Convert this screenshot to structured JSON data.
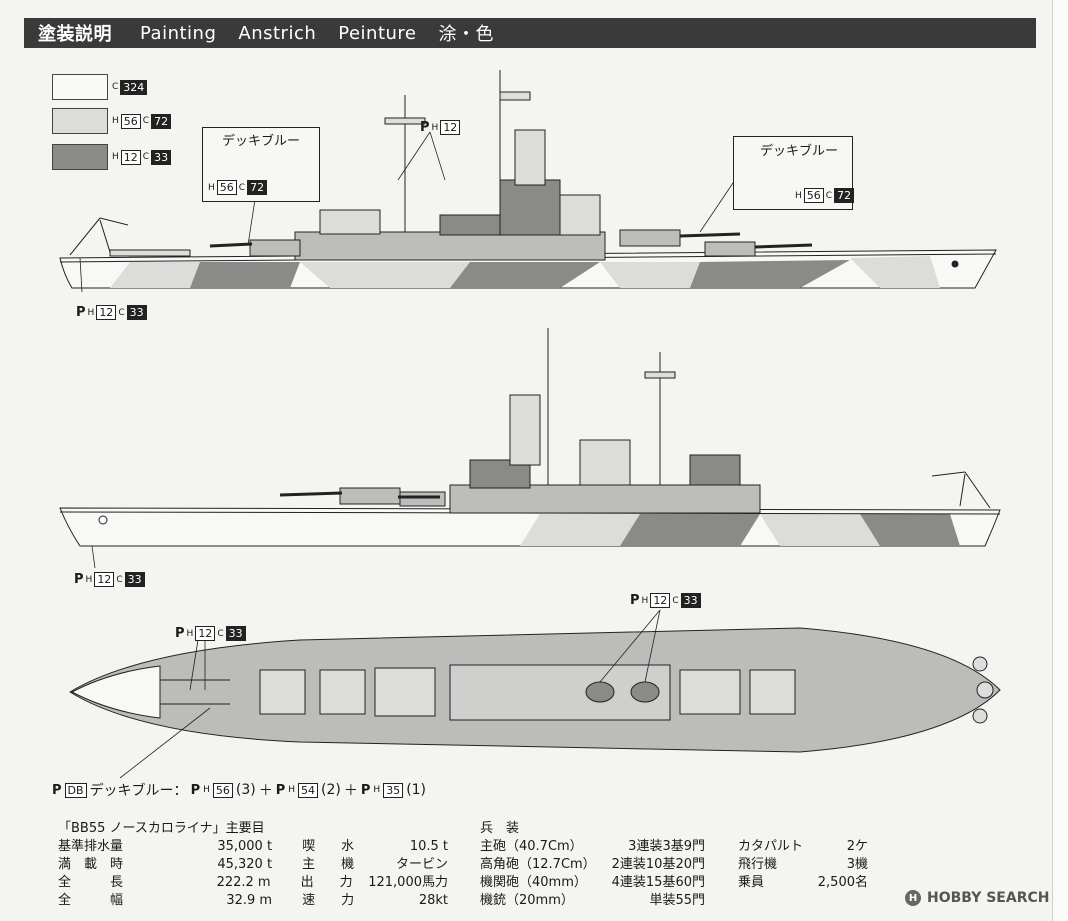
{
  "header": {
    "title_jp": "塗装説明",
    "title_en": "Painting",
    "title_de": "Anstrich",
    "title_fr": "Peinture",
    "title_cn": "涂・色"
  },
  "legend": [
    {
      "color": "#f9f9f7",
      "codes": [
        {
          "prefix": "C",
          "num": "324",
          "dark": true
        }
      ]
    },
    {
      "color": "#dcdcda",
      "codes": [
        {
          "prefix": "H",
          "num": "56",
          "dark": false
        },
        {
          "prefix": "C",
          "num": "72",
          "dark": true
        }
      ]
    },
    {
      "color": "#8a8a88",
      "codes": [
        {
          "prefix": "H",
          "num": "12",
          "dark": false
        },
        {
          "prefix": "C",
          "num": "33",
          "dark": true
        }
      ]
    }
  ],
  "callouts": {
    "deck_blue_left": {
      "label": "デッキブルー",
      "h": "56",
      "c": "72"
    },
    "deck_blue_right": {
      "label": "デッキブルー",
      "h": "56",
      "c": "72"
    },
    "mast_ph": {
      "p": "P",
      "h": "12"
    },
    "hull1": {
      "p": "P",
      "h": "12",
      "c": "33"
    },
    "hull2": {
      "p": "P",
      "h": "12",
      "c": "33"
    },
    "deck_top": {
      "p": "P",
      "h": "12",
      "c": "33"
    },
    "deck_catapult": {
      "p": "P",
      "h": "12",
      "c": "33"
    }
  },
  "db_line": {
    "p": "P",
    "db": "DB",
    "label": "デッキブルー：",
    "mix": [
      {
        "h": "56",
        "parts": "(3)"
      },
      {
        "h": "54",
        "parts": "(2)"
      },
      {
        "h": "35",
        "parts": "(1)"
      }
    ],
    "plus": "＋"
  },
  "specs": {
    "title": "「BB55 ノースカロライナ」主要目",
    "rows": [
      {
        "label": "基準排水量",
        "value": "35,000 t",
        "label2": "喫　　水",
        "value2": "10.5 t"
      },
      {
        "label": "満　載　時",
        "value": "45,320 t",
        "label2": "主　　機",
        "value2": "タービン"
      },
      {
        "label": "全　　　長",
        "value": "222.2 m",
        "label2": "出　　力",
        "value2": "121,000馬力"
      },
      {
        "label": "全　　　幅",
        "value": "32.9 m",
        "label2": "速　　力",
        "value2": "28kt"
      }
    ]
  },
  "armament": {
    "title": "兵　装",
    "rows": [
      {
        "name": "主砲（40.7Cm）",
        "value": "3連装3基9門"
      },
      {
        "name": "高角砲（12.7Cm）",
        "value": "2連装10基20門"
      },
      {
        "name": "機関砲（40mm）",
        "value": "4連装15基60門"
      },
      {
        "name": "機銃（20mm）",
        "value": "単装55門"
      }
    ]
  },
  "misc": {
    "rows": [
      {
        "name": "カタパルト",
        "value": "2ケ"
      },
      {
        "name": "飛行機",
        "value": "3機"
      },
      {
        "name": "乗員",
        "value": "2,500名"
      }
    ]
  },
  "watermark": {
    "logo": "H",
    "text": "HOBBY SEARCH"
  }
}
